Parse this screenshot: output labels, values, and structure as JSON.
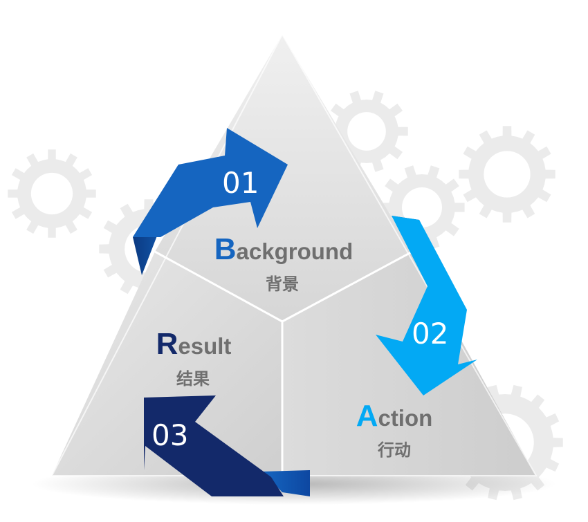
{
  "colors": {
    "primary_blue": "#1565c0",
    "light_blue": "#03a9f4",
    "navy": "#13296a",
    "label_gray": "#6f6f6f",
    "gear_gray": "#ebebeb"
  },
  "steps": [
    {
      "number": "01",
      "title_initial": "B",
      "title_rest": "ackground",
      "subtitle": "背景",
      "accent": "primary_blue"
    },
    {
      "number": "02",
      "title_initial": "A",
      "title_rest": "ction",
      "subtitle": "行动",
      "accent": "light_blue"
    },
    {
      "number": "03",
      "title_initial": "R",
      "title_rest": "esult",
      "subtitle": "结果",
      "accent": "navy"
    }
  ],
  "decor": {
    "background_icons": [
      "gear-icon",
      "gear-icon",
      "gear-icon",
      "gear-icon",
      "gear-icon",
      "gear-icon"
    ]
  }
}
